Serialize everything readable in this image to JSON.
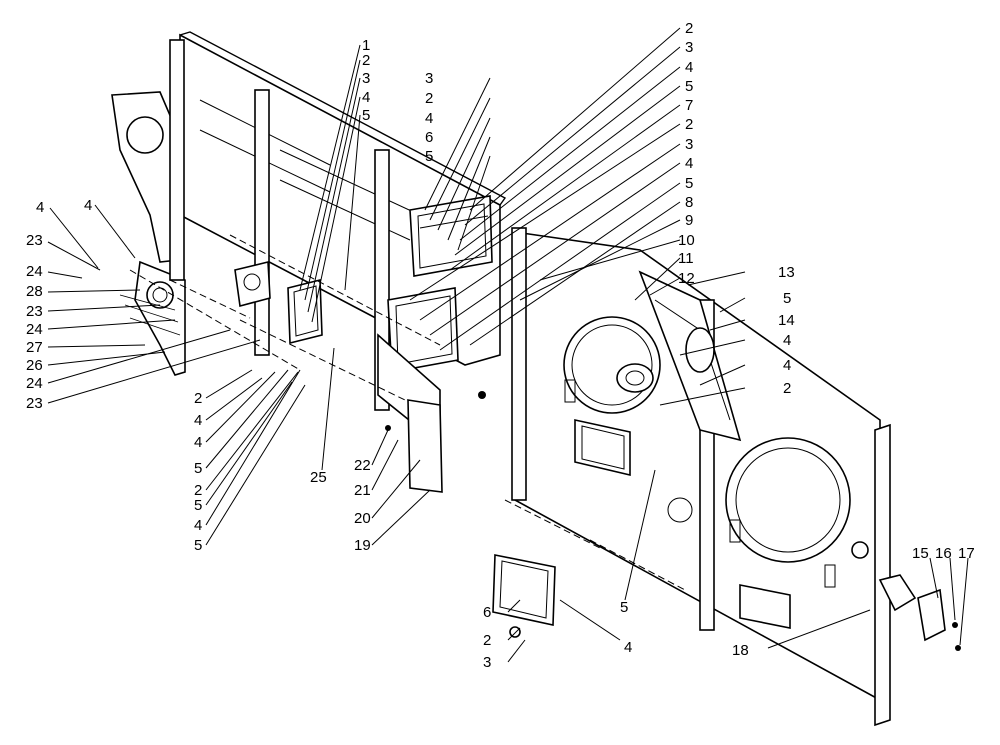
{
  "diagram": {
    "callouts": [
      {
        "id": "l-4-a",
        "text": "4"
      },
      {
        "id": "l-23-a",
        "text": "23"
      },
      {
        "id": "l-4-b",
        "text": "4"
      },
      {
        "id": "l-24-a",
        "text": "24"
      },
      {
        "id": "l-28",
        "text": "28"
      },
      {
        "id": "l-23-b",
        "text": "23"
      },
      {
        "id": "l-24-b",
        "text": "24"
      },
      {
        "id": "l-27",
        "text": "27"
      },
      {
        "id": "l-26",
        "text": "26"
      },
      {
        "id": "l-24-c",
        "text": "24"
      },
      {
        "id": "l-23-c",
        "text": "23"
      },
      {
        "id": "l-2-a",
        "text": "2"
      },
      {
        "id": "l-4-c",
        "text": "4"
      },
      {
        "id": "l-4-d",
        "text": "4"
      },
      {
        "id": "l-5-a",
        "text": "5"
      },
      {
        "id": "l-2-b",
        "text": "2"
      },
      {
        "id": "l-5-b",
        "text": "5"
      },
      {
        "id": "l-4-e",
        "text": "4"
      },
      {
        "id": "l-5-c",
        "text": "5"
      },
      {
        "id": "l-1",
        "text": "1"
      },
      {
        "id": "l-2-c",
        "text": "2"
      },
      {
        "id": "l-3-a",
        "text": "3"
      },
      {
        "id": "l-4-f",
        "text": "4"
      },
      {
        "id": "l-5-d",
        "text": "5"
      },
      {
        "id": "l-25",
        "text": "25"
      },
      {
        "id": "l-22",
        "text": "22"
      },
      {
        "id": "l-21",
        "text": "21"
      },
      {
        "id": "l-20",
        "text": "20"
      },
      {
        "id": "l-19",
        "text": "19"
      },
      {
        "id": "l-3-b",
        "text": "3"
      },
      {
        "id": "l-2-d",
        "text": "2"
      },
      {
        "id": "l-4-g",
        "text": "4"
      },
      {
        "id": "l-6-a",
        "text": "6"
      },
      {
        "id": "l-5-e",
        "text": "5"
      },
      {
        "id": "l-2-e",
        "text": "2"
      },
      {
        "id": "l-3-c",
        "text": "3"
      },
      {
        "id": "l-4-h",
        "text": "4"
      },
      {
        "id": "l-5-f",
        "text": "5"
      },
      {
        "id": "l-7",
        "text": "7"
      },
      {
        "id": "l-2-f",
        "text": "2"
      },
      {
        "id": "l-3-d",
        "text": "3"
      },
      {
        "id": "l-4-i",
        "text": "4"
      },
      {
        "id": "l-5-g",
        "text": "5"
      },
      {
        "id": "l-8",
        "text": "8"
      },
      {
        "id": "l-9",
        "text": "9"
      },
      {
        "id": "l-10",
        "text": "10"
      },
      {
        "id": "l-11",
        "text": "11"
      },
      {
        "id": "l-12",
        "text": "12"
      },
      {
        "id": "l-13",
        "text": "13"
      },
      {
        "id": "l-5-h",
        "text": "5"
      },
      {
        "id": "l-14",
        "text": "14"
      },
      {
        "id": "l-4-j",
        "text": "4"
      },
      {
        "id": "l-4-k",
        "text": "4"
      },
      {
        "id": "l-2-g",
        "text": "2"
      },
      {
        "id": "l-5-i",
        "text": "5"
      },
      {
        "id": "l-6-b",
        "text": "6"
      },
      {
        "id": "l-2-h",
        "text": "2"
      },
      {
        "id": "l-3-e",
        "text": "3"
      },
      {
        "id": "l-4-l",
        "text": "4"
      },
      {
        "id": "l-18",
        "text": "18"
      },
      {
        "id": "l-15",
        "text": "15"
      },
      {
        "id": "l-16",
        "text": "16"
      },
      {
        "id": "l-17",
        "text": "17"
      }
    ]
  }
}
